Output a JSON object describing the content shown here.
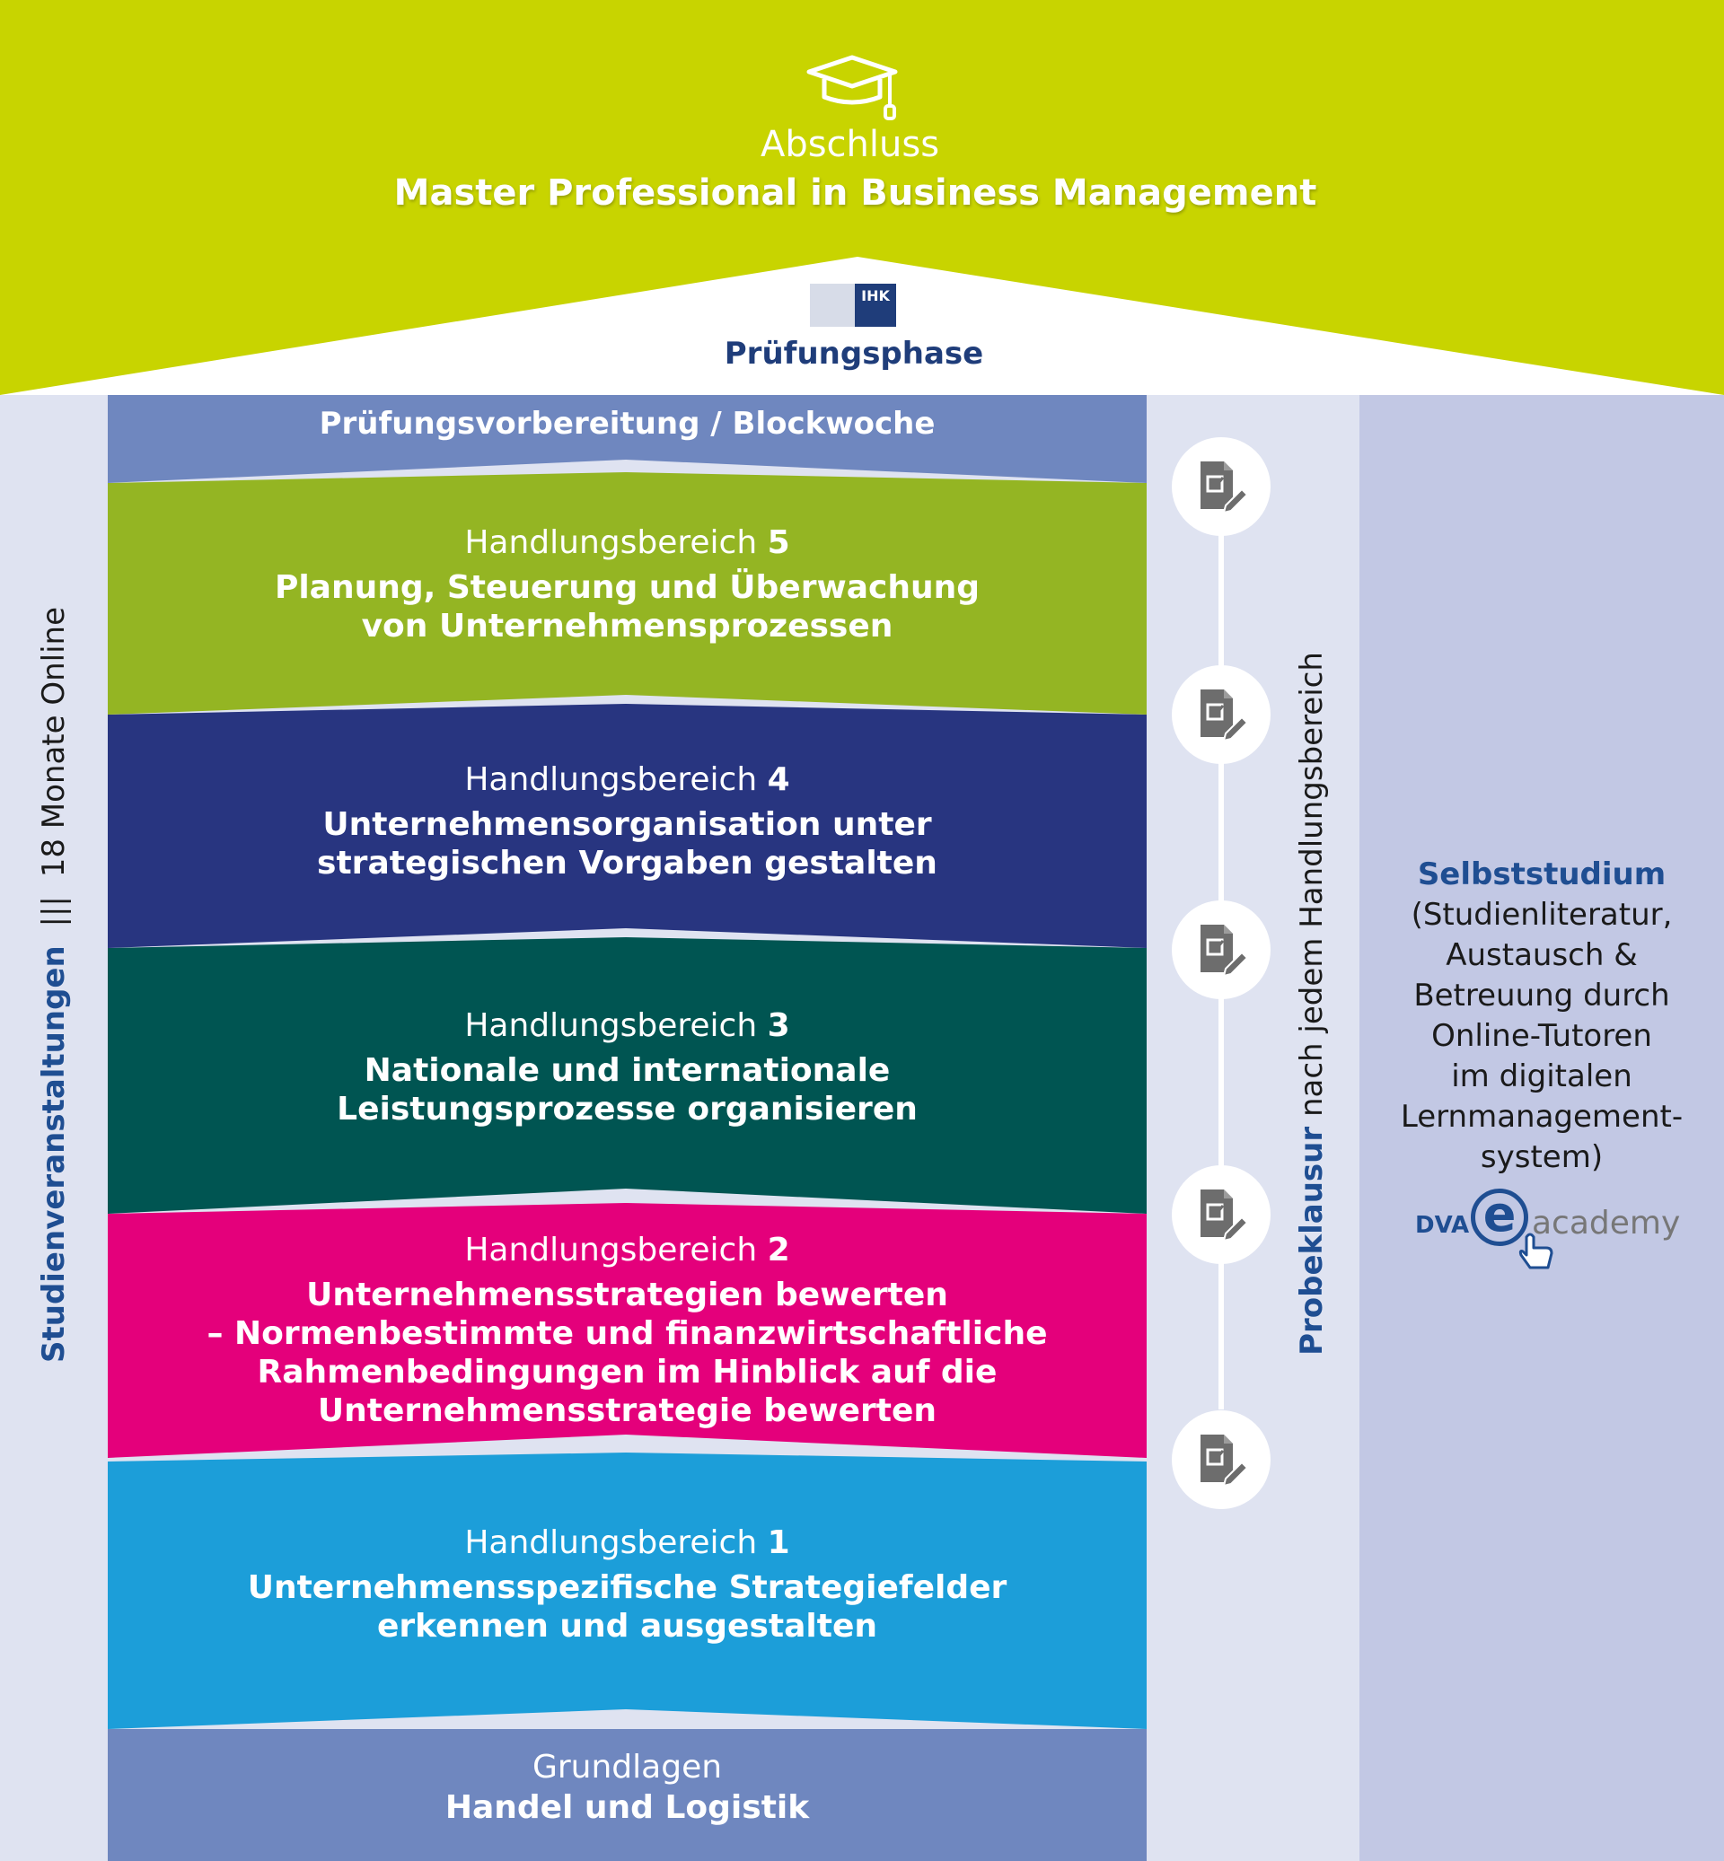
{
  "header": {
    "abschluss_label": "Abschluss",
    "degree_title": "Master Professional in Business Management",
    "logo_text": "IHK",
    "exam_phase": "Prüfungsphase"
  },
  "prep": {
    "title": "Prüfungsvorbereitung / Blockwoche"
  },
  "bereiche": [
    {
      "label": "Handlungsbereich",
      "number": "5",
      "title": "Planung, Steuerung und Überwachung",
      "title2": "von Unternehmensprozessen",
      "color": "#94b523"
    },
    {
      "label": "Handlungsbereich",
      "number": "4",
      "title": "Unternehmensorganisation unter",
      "title2": "strategischen Vorgaben gestalten",
      "color": "#283580"
    },
    {
      "label": "Handlungsbereich",
      "number": "3",
      "title": "Nationale und internationale",
      "title2": "Leistungsprozesse organisieren",
      "color": "#005552"
    },
    {
      "label": "Handlungsbereich",
      "number": "2",
      "title": "Unternehmensstrategien bewerten",
      "title2": "– Normenbestimmte und finanzwirtschaftliche",
      "title3": "Rahmenbedingungen im Hinblick auf die",
      "title4": "Unternehmensstrategie bewerten",
      "color": "#e4007b"
    },
    {
      "label": "Handlungsbereich",
      "number": "1",
      "title": "Unternehmensspezifische Strategiefelder",
      "title2": "erkennen und ausgestalten",
      "color": "#1c9ed9"
    }
  ],
  "grundlagen": {
    "label": "Grundlagen",
    "title": "Handel und Logistik"
  },
  "left_side": {
    "bold": "Studienveranstaltungen",
    "separator": "|||",
    "normal": "18 Monate Online"
  },
  "middle_side": {
    "bold": "Probeklausur",
    "normal": "nach jedem Handlungsbereich"
  },
  "selbststudium": {
    "title": "Selbststudium",
    "lines": [
      "(Studienliteratur,",
      "Austausch &",
      "Betreuung durch",
      "Online-Tutoren",
      "im digitalen",
      "Lernmanagement-",
      "system)"
    ]
  },
  "logo": {
    "prefix": "DVA",
    "letter": "e",
    "suffix": "academy"
  },
  "colors": {
    "green_top": "#c8d400",
    "navy": "#1f3d7a",
    "blue_text": "#1f4e92",
    "prep_blue": "#6f87bf",
    "right_panel": "#c2c8e4"
  }
}
